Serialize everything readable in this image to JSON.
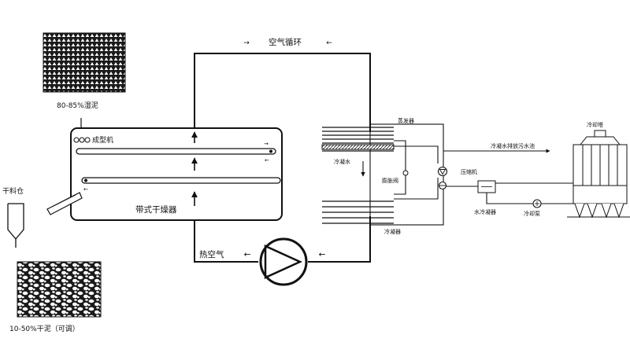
{
  "labels": {
    "air_circulation": "空气循环",
    "wet_sludge": "80-85%湿泥",
    "former": "成型机",
    "belt_dryer": "带式干燥器",
    "dry_silo": "干料仓",
    "hot_air": "热空气",
    "dry_sludge": "10-50%干泥（可调）",
    "evaporator": "蒸发器",
    "condensate_water": "冷凝水",
    "expansion_valve": "膨胀阀",
    "compressor": "压缩机",
    "condenser": "冷凝器",
    "condensate_discharge": "冷凝水排放污水池",
    "cooling_tower": "冷却塔",
    "water_condenser": "水冷凝器",
    "cooling_pump": "冷却泵"
  },
  "arrows": {
    "right": "→",
    "left": "←"
  }
}
